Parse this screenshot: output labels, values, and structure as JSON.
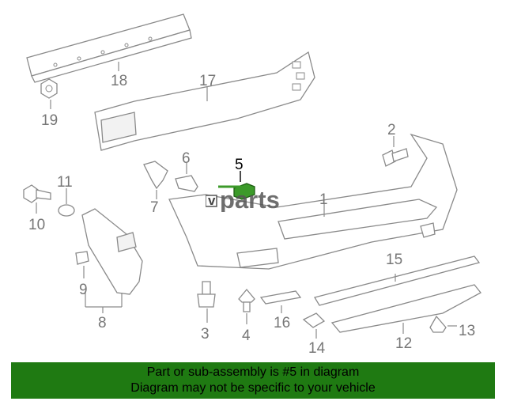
{
  "diagram": {
    "highlight_color": "#3c9a2a",
    "callouts": [
      "1",
      "2",
      "3",
      "4",
      "5",
      "6",
      "7",
      "8",
      "9",
      "10",
      "11",
      "12",
      "13",
      "14",
      "15",
      "16",
      "17",
      "18",
      "19"
    ],
    "highlighted_part": "5"
  },
  "watermark": {
    "brand_prefix": "v",
    "brand_text": "parts",
    "accent_color": "#3c9a2a"
  },
  "footer": {
    "line1": "Part or sub-assembly is #5 in diagram",
    "line2": "Diagram may not be specific to your vehicle",
    "background_color": "#1f7a12"
  }
}
